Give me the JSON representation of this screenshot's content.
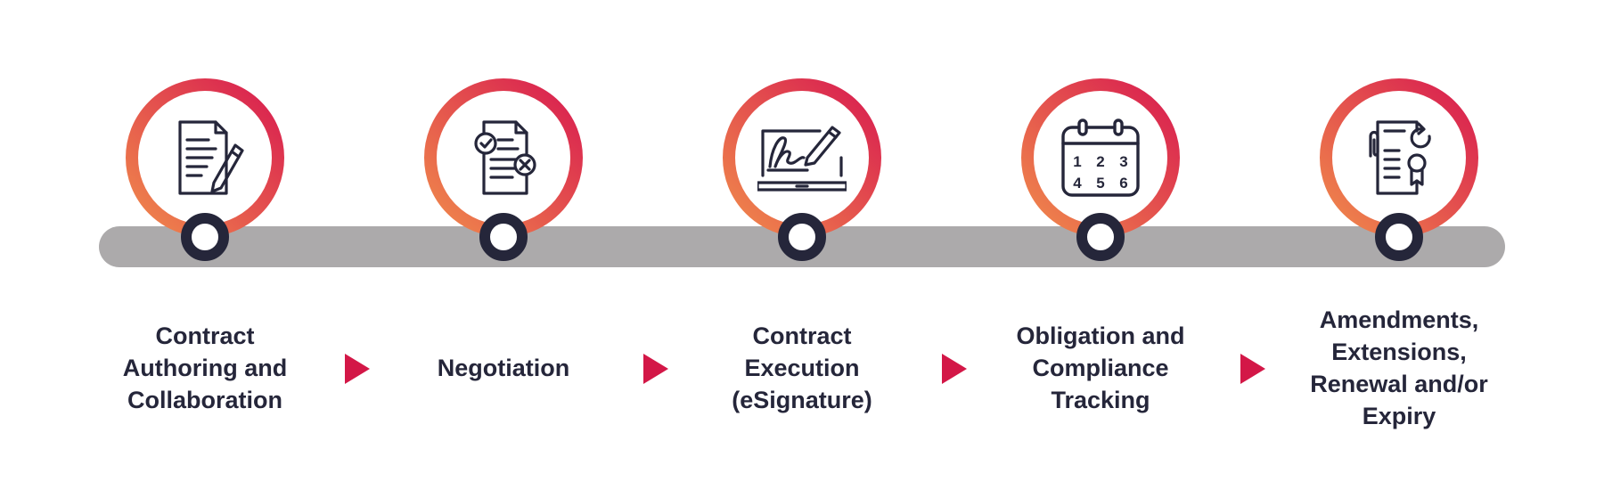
{
  "colors": {
    "ring_gradient_start": "#f08a4b",
    "ring_gradient_end": "#d81b50",
    "track": "#acaaab",
    "dark": "#25263a",
    "arrow": "#d31747",
    "background": "#ffffff"
  },
  "steps": [
    {
      "label": "Contract\nAuthoring and\nCollaboration",
      "icon": "document-edit-icon"
    },
    {
      "label": "Negotiation",
      "icon": "document-approve-reject-icon"
    },
    {
      "label": "Contract\nExecution\n(eSignature)",
      "icon": "laptop-signature-icon"
    },
    {
      "label": "Obligation and\nCompliance\nTracking",
      "icon": "calendar-icon"
    },
    {
      "label": "Amendments,\nExtensions,\nRenewal and/or\nExpiry",
      "icon": "certificate-renewal-icon"
    }
  ],
  "calendar_days": [
    "1",
    "2",
    "3",
    "4",
    "5",
    "6"
  ]
}
